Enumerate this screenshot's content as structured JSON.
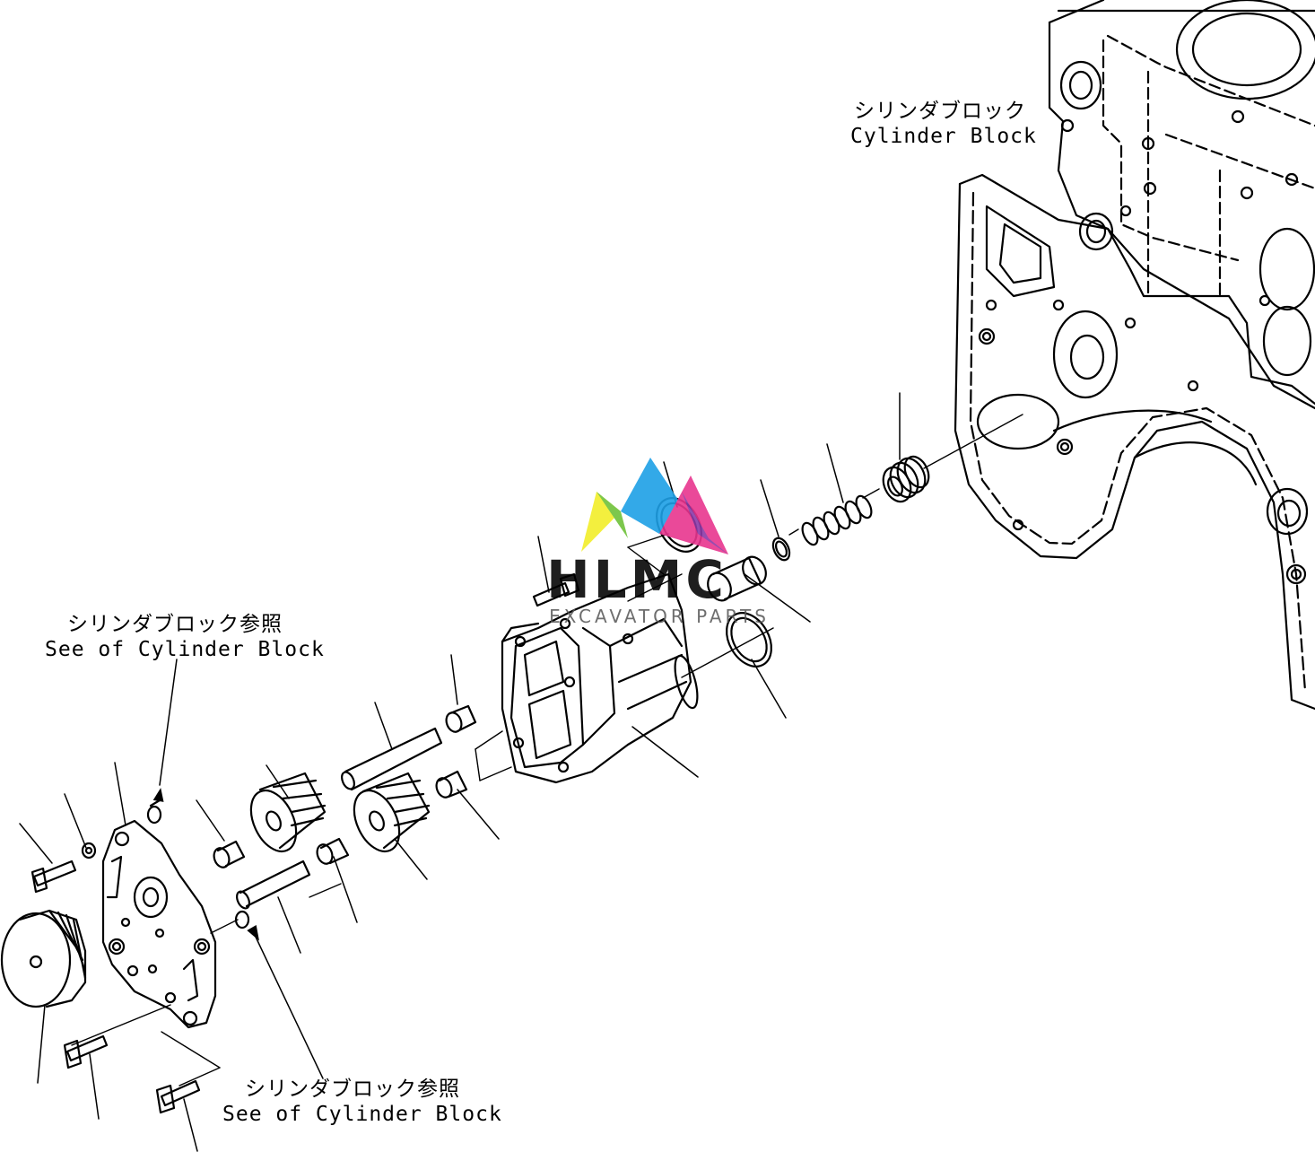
{
  "labels": {
    "cylinder_block_top_jp": "シリンダブロック",
    "cylinder_block_top_en": "Cylinder Block",
    "see_block_upper_jp": "シリンダブロック参照",
    "see_block_upper_en": "See of Cylinder Block",
    "see_block_lower_jp": "シリンダブロック参照",
    "see_block_lower_en": "See of Cylinder Block"
  },
  "watermark": {
    "title": "HLMC",
    "subtitle": "EXCAVATOR PARTS",
    "colors": {
      "yellow": "#f2ee2a",
      "green": "#6ec23a",
      "blue": "#1ea0e6",
      "pink": "#e8368f",
      "purple": "#8b3aa8"
    }
  },
  "drawing": {
    "line_color": "#000000",
    "background": "#ffffff"
  }
}
